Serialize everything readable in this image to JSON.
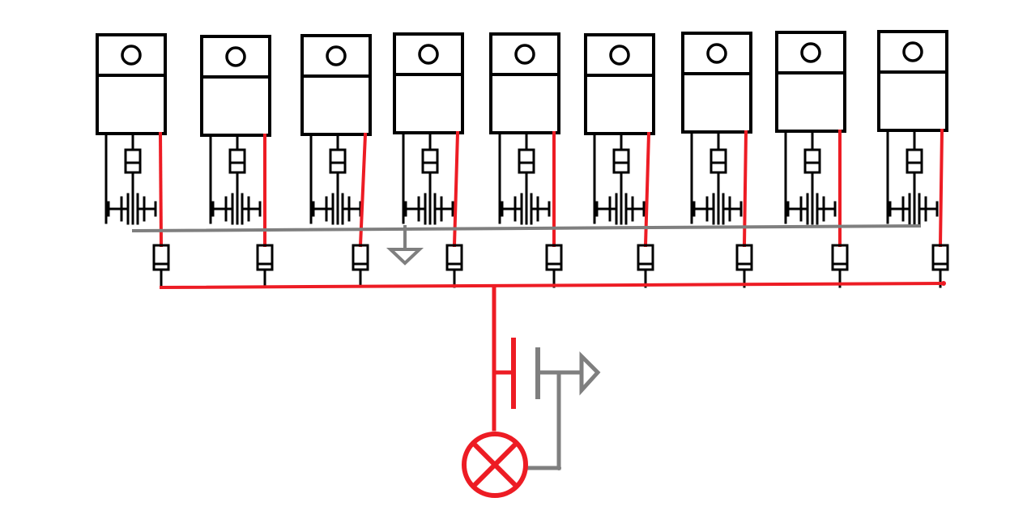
{
  "diagram": {
    "type": "schematic",
    "description_text": "",
    "colors": {
      "background": "#ffffff",
      "component": "#000000",
      "wire_red": "#ed1c24",
      "wire_gray": "#7f7f7f"
    },
    "regulators": [
      {
        "id": "reg-1"
      },
      {
        "id": "reg-2"
      },
      {
        "id": "reg-3"
      },
      {
        "id": "reg-4"
      },
      {
        "id": "reg-5"
      },
      {
        "id": "reg-6"
      },
      {
        "id": "reg-7"
      },
      {
        "id": "reg-8"
      },
      {
        "id": "reg-9"
      }
    ],
    "symbols": {
      "ground": "ground-symbol",
      "lamp": "lamp-symbol",
      "capacitor": "capacitor-symbol",
      "diode": "diode-symbol",
      "battery": "battery-symbol"
    }
  }
}
